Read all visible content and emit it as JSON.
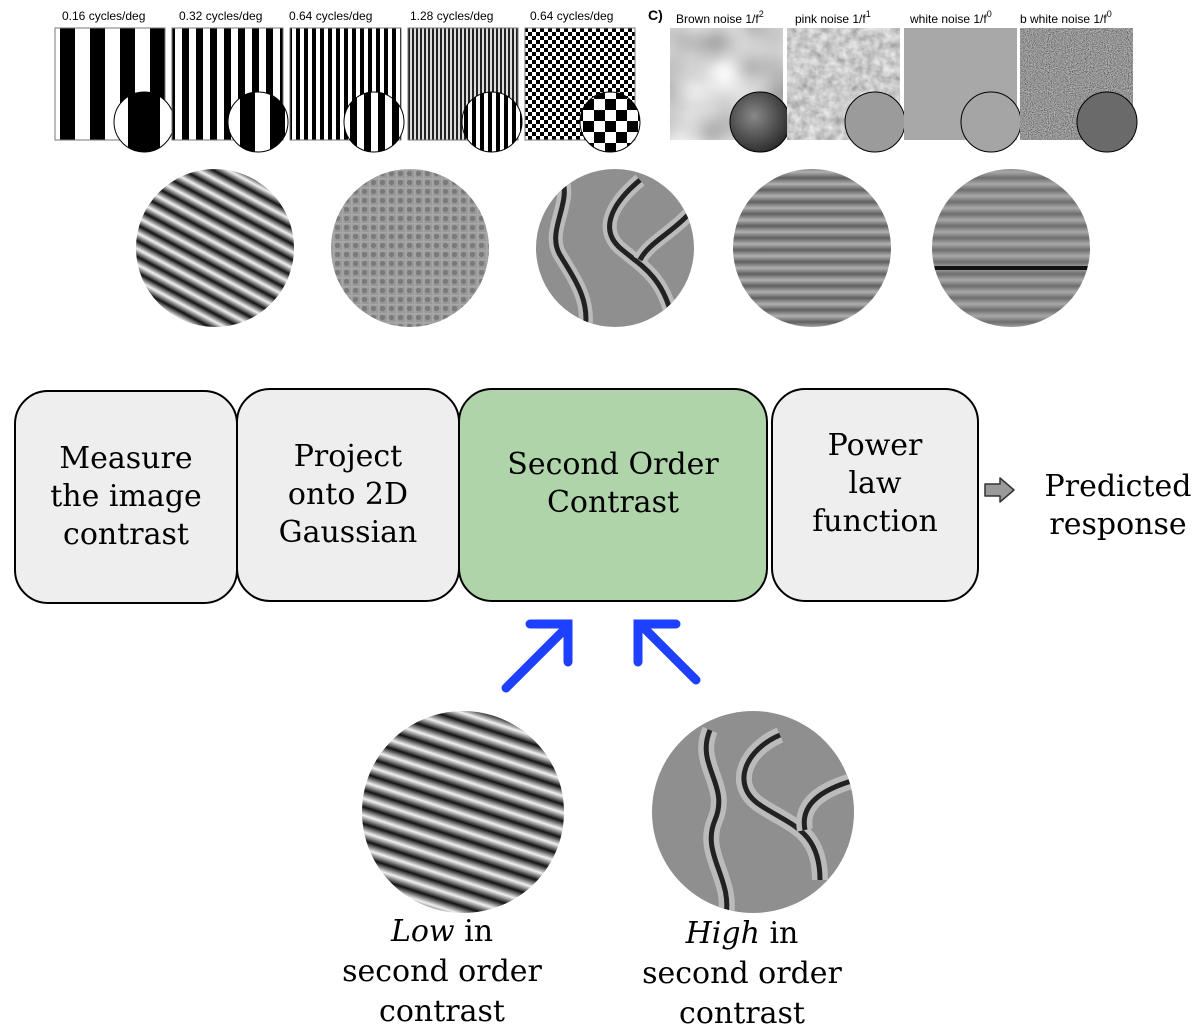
{
  "top_row": {
    "grating_labels": [
      "0.16 cycles/deg",
      "0.32 cycles/deg",
      "0.64 cycles/deg",
      "1.28 cycles/deg",
      "0.64 cycles/deg"
    ],
    "panel_letter": "C)",
    "noise_labels": [
      {
        "text": "Brown noise 1/f",
        "sup": "2"
      },
      {
        "text": "pink noise 1/f",
        "sup": "1"
      },
      {
        "text": "white noise 1/f",
        "sup": "0"
      },
      {
        "text": "b white noise 1/f",
        "sup": "0"
      }
    ]
  },
  "pipeline": {
    "box1": [
      "Measure",
      "the image",
      "contrast"
    ],
    "box2": [
      "Project",
      "onto 2D",
      "Gaussian"
    ],
    "box3": [
      "Second Order",
      "Contrast"
    ],
    "box4": [
      "Power",
      "law",
      "function"
    ],
    "output": [
      "Predicted",
      "response"
    ]
  },
  "captions": {
    "low": {
      "emph": "Low",
      "rest": " in",
      "line2": "second order",
      "line3": "contrast"
    },
    "high": {
      "emph": "High",
      "rest": " in",
      "line2": "second order",
      "line3": "contrast"
    }
  },
  "colors": {
    "box_fill": "#eeeeee",
    "highlight_box_fill": "#b0d4aa",
    "arrow_blue": "#1e40ff",
    "stimulus_gray": "#8a8a8a"
  }
}
